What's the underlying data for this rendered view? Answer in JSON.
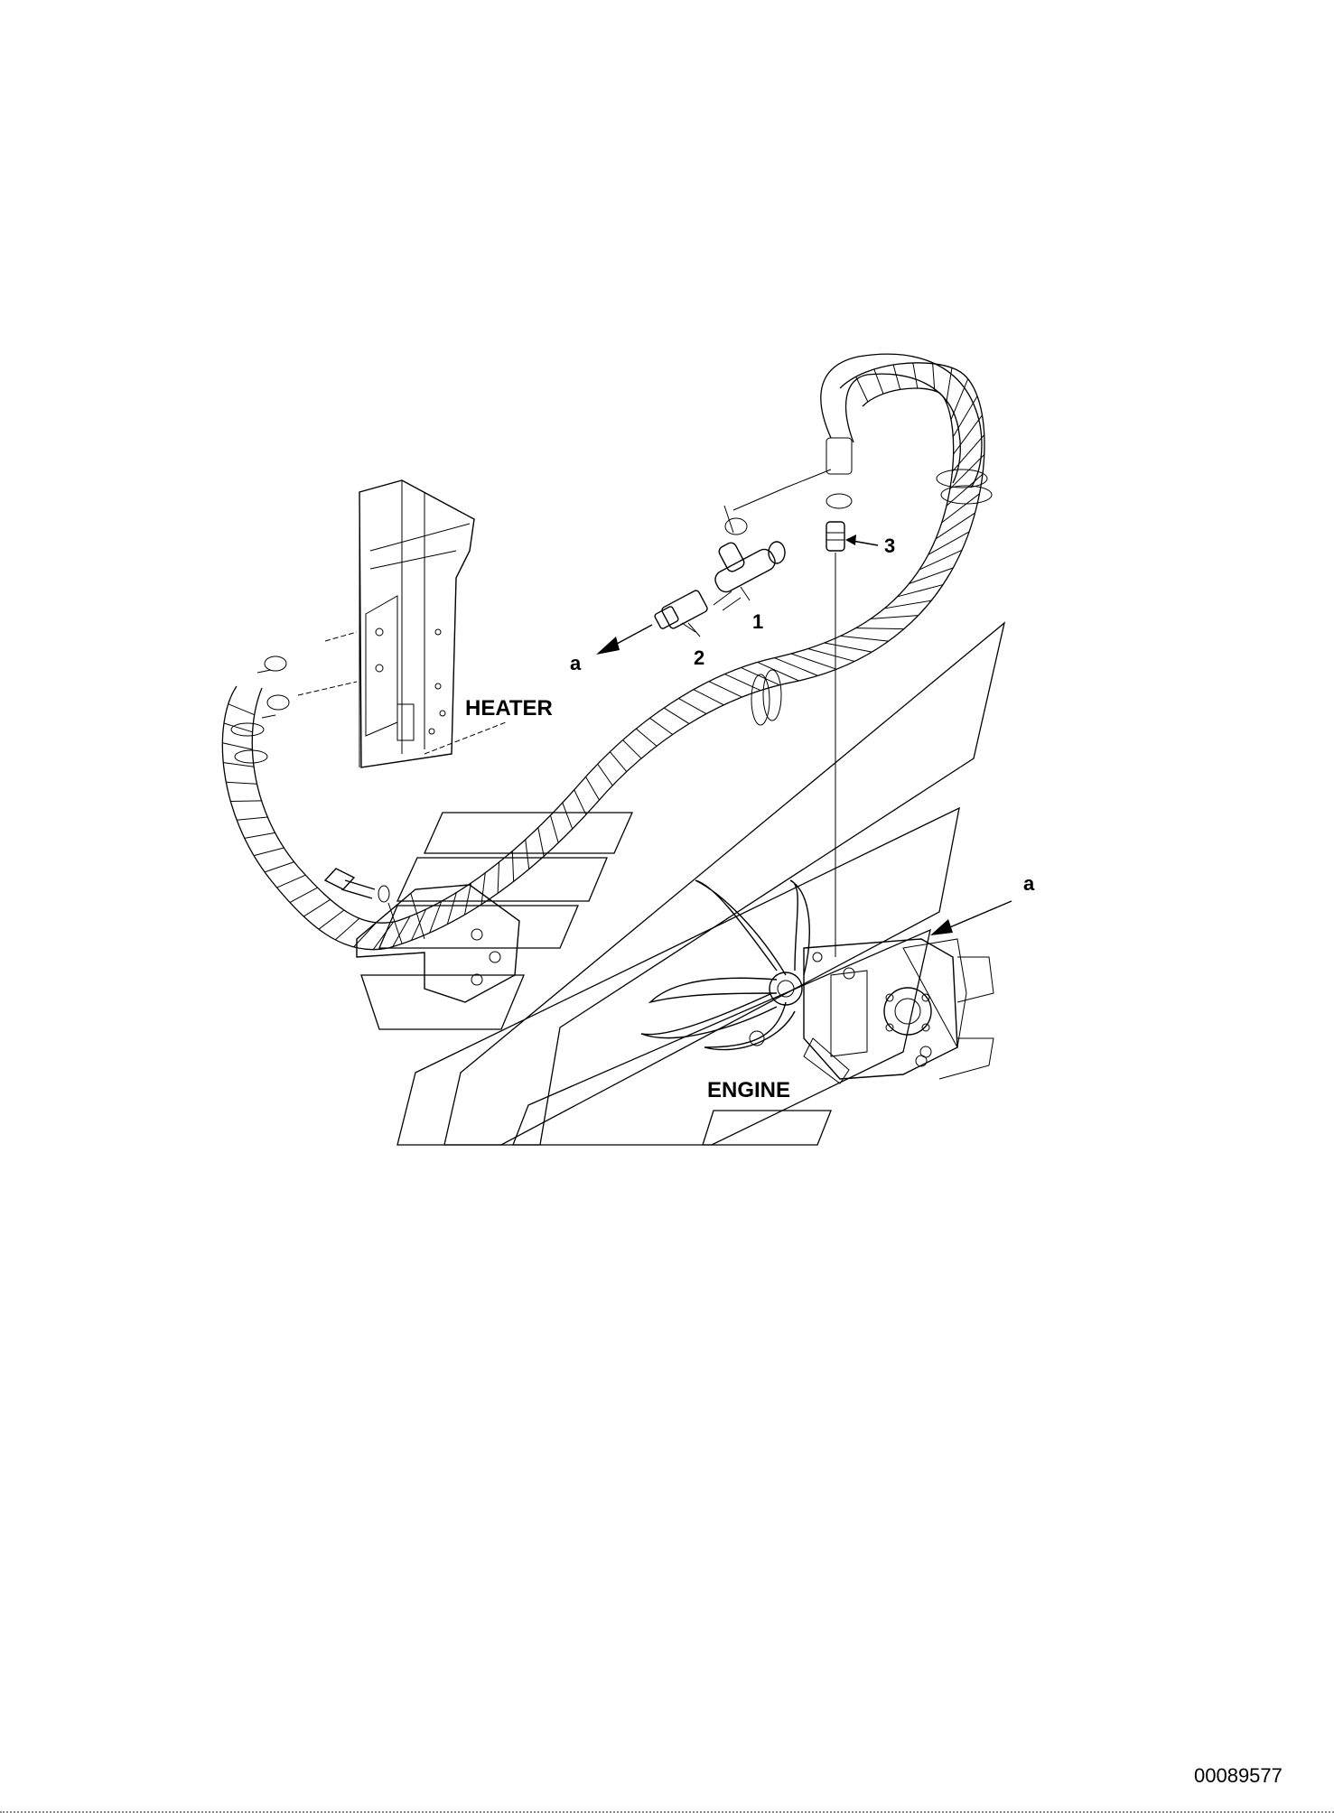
{
  "labels": {
    "heater": "HEATER",
    "engine": "ENGINE",
    "arrow_a_left": "a",
    "arrow_a_right": "a",
    "part_1": "1",
    "part_2": "2",
    "part_3": "3"
  },
  "figure_id": "00089577"
}
